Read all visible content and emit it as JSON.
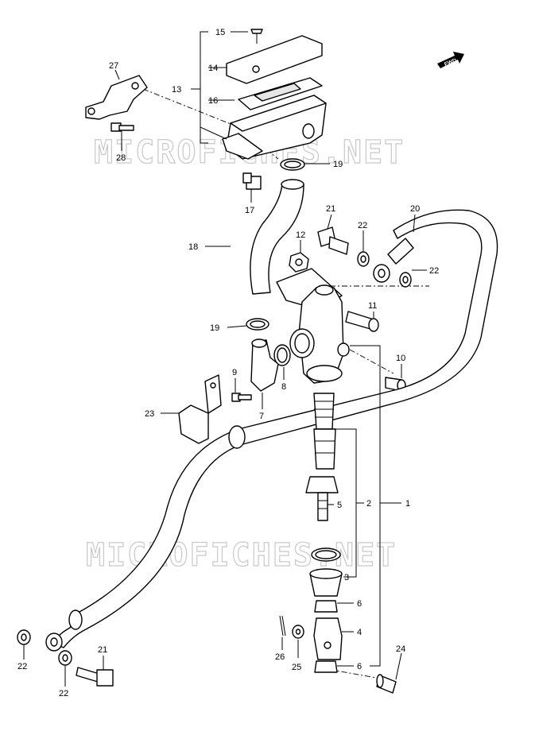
{
  "watermark": "MICROFICHES.NET",
  "fwd_label": "FWD",
  "callouts": [
    {
      "id": "c1",
      "text": "1"
    },
    {
      "id": "c2",
      "text": "2"
    },
    {
      "id": "c3",
      "text": "3"
    },
    {
      "id": "c4",
      "text": "4"
    },
    {
      "id": "c5",
      "text": "5"
    },
    {
      "id": "c6a",
      "text": "6"
    },
    {
      "id": "c6b",
      "text": "6"
    },
    {
      "id": "c7",
      "text": "7"
    },
    {
      "id": "c8",
      "text": "8"
    },
    {
      "id": "c9",
      "text": "9"
    },
    {
      "id": "c10",
      "text": "10"
    },
    {
      "id": "c11",
      "text": "11"
    },
    {
      "id": "c12",
      "text": "12"
    },
    {
      "id": "c13",
      "text": "13"
    },
    {
      "id": "c14",
      "text": "14"
    },
    {
      "id": "c15",
      "text": "15"
    },
    {
      "id": "c16",
      "text": "16"
    },
    {
      "id": "c17",
      "text": "17"
    },
    {
      "id": "c18",
      "text": "18"
    },
    {
      "id": "c19a",
      "text": "19"
    },
    {
      "id": "c19b",
      "text": "19"
    },
    {
      "id": "c20",
      "text": "20"
    },
    {
      "id": "c21a",
      "text": "21"
    },
    {
      "id": "c21b",
      "text": "21"
    },
    {
      "id": "c22a",
      "text": "22"
    },
    {
      "id": "c22b",
      "text": "22"
    },
    {
      "id": "c22c",
      "text": "22"
    },
    {
      "id": "c22d",
      "text": "22"
    },
    {
      "id": "c23",
      "text": "23"
    },
    {
      "id": "c24",
      "text": "24"
    },
    {
      "id": "c25",
      "text": "25"
    },
    {
      "id": "c26",
      "text": "26"
    },
    {
      "id": "c27",
      "text": "27"
    },
    {
      "id": "c28",
      "text": "28"
    }
  ]
}
